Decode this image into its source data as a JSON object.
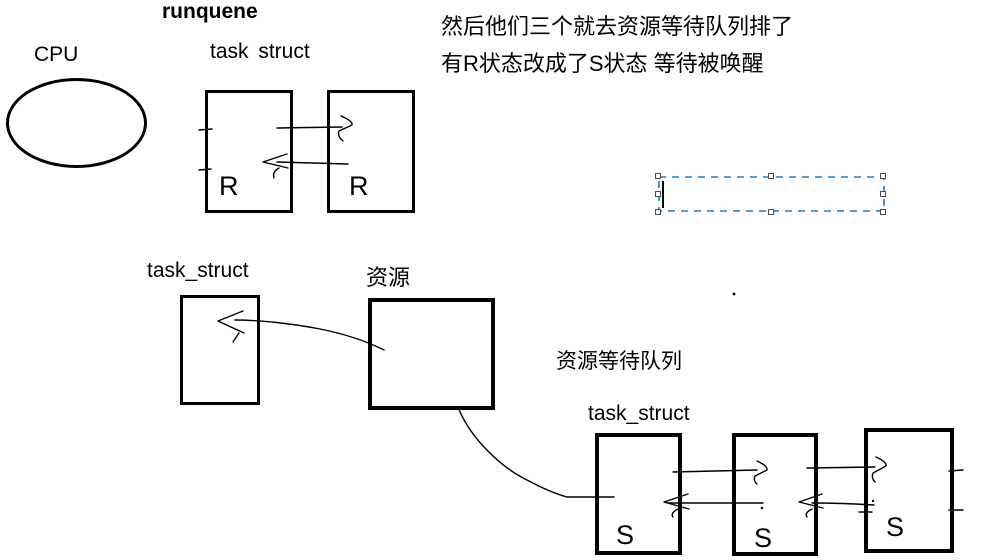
{
  "colors": {
    "ink": "#000000",
    "background": "#ffffff",
    "selection_blue": "#1f7dc2",
    "handle_fill": "#ffffff",
    "handle_border": "#4d4d4d"
  },
  "titles": {
    "runqueue": "runquene",
    "cpu": "CPU"
  },
  "notes": {
    "line1": "然后他们三个就去资源等待队列排了",
    "line2": "有R状态改成了S状态 等待被唤醒"
  },
  "runqueue_section": {
    "task_label": "task struct",
    "tasks": [
      {
        "state": "R"
      },
      {
        "state": "R"
      }
    ]
  },
  "resource_section": {
    "task_label": "task_struct",
    "resource_label": "资源"
  },
  "wait_queue_section": {
    "label": "资源等待队列",
    "task_label": "task_struct",
    "tasks": [
      {
        "state": "S"
      },
      {
        "state": "S"
      },
      {
        "state": "S"
      }
    ]
  }
}
